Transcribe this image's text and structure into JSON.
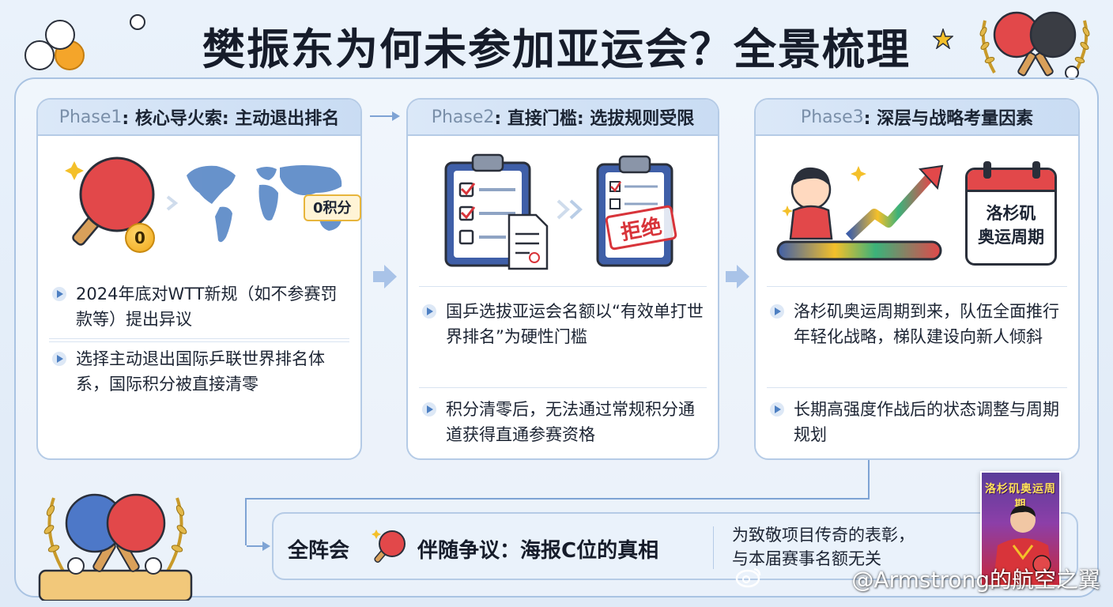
{
  "title": "樊振东为何未参加亚运会？全景梳理",
  "colors": {
    "accent": "#4d7fc2",
    "card_border": "#b5cbe6",
    "header_bg": "#c9dcf3",
    "paddle_red": "#e2484a",
    "paddle_blue": "#4d78c8",
    "stamp_red": "#d8343a"
  },
  "phases": [
    {
      "prefix": "Phase1",
      "heading": ": 核心导火索: 主动退出排名",
      "badge": "0",
      "tag": "0积分",
      "bullets": [
        "2024年底对WTT新规（如不参赛罚款等）提出异议",
        "选择主动退出国际乒联世界排名体系，国际积分被直接清零"
      ]
    },
    {
      "prefix": "Phase2",
      "heading": ": 直接门槛: 选拔规则受限",
      "stamp": "拒绝",
      "bullets": [
        "国乒选拔亚运会名额以“有效单打世界排名”为硬性门槛",
        "积分清零后，无法通过常规积分通道获得直通参赛资格"
      ]
    },
    {
      "prefix": "Phase3",
      "heading": ": 深层与战略考量因素",
      "calendar_line1": "洛杉矶",
      "calendar_line2": "奥运周期",
      "bullets": [
        "洛杉矶奥运周期到来，队伍全面推行年轻化战略，梯队建设向新人倾斜",
        "长期高强度作战后的状态调整与周期规划"
      ]
    }
  ],
  "bottom": {
    "left_label": "全阵会",
    "mid_label": "伴随争议：海报C位的真相",
    "right_line1": "为致敬项目传奇的表彰，",
    "right_line2": "与本届赛事名额无关",
    "poster_title": "洛杉矶奥运周期"
  },
  "watermark": "@Armstrong的航空之翼",
  "icons": [
    "ping-pong-paddle-icon",
    "world-map-icon",
    "clipboard-icon",
    "document-icon",
    "calendar-icon",
    "growth-arrow-icon",
    "laurel-icon",
    "star-icon",
    "weibo-icon"
  ]
}
